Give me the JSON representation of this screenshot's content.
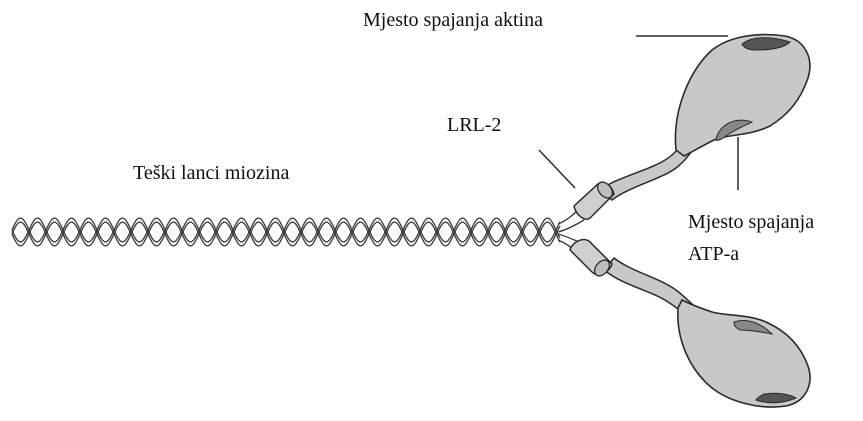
{
  "labels": {
    "actin_site": "Mjesto spajanja aktina",
    "lrl2": "LRL-2",
    "heavy_chains": "Teški lanci miozina",
    "atp_site_line1": "Mjesto spajanja",
    "atp_site_line2": "ATP-a"
  },
  "colors": {
    "head_fill": "#c8c8c8",
    "head_stroke": "#2a2a2a",
    "binding_site": "#555555",
    "chain_stroke": "#3a3a3a",
    "text": "#111111"
  }
}
